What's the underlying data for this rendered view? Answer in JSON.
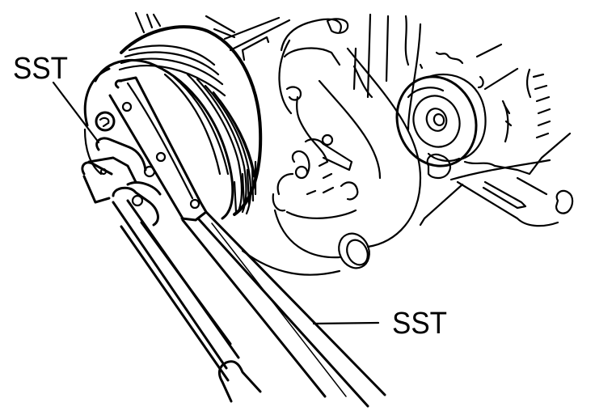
{
  "figure": {
    "type": "technical line illustration",
    "subject": "crankshaft pulley held with special service tools",
    "colors": {
      "line": "#000000",
      "background": "#ffffff"
    },
    "labels": [
      {
        "id": "sst-upper-left",
        "text": "SST"
      },
      {
        "id": "sst-lower-right",
        "text": "SST"
      }
    ]
  }
}
